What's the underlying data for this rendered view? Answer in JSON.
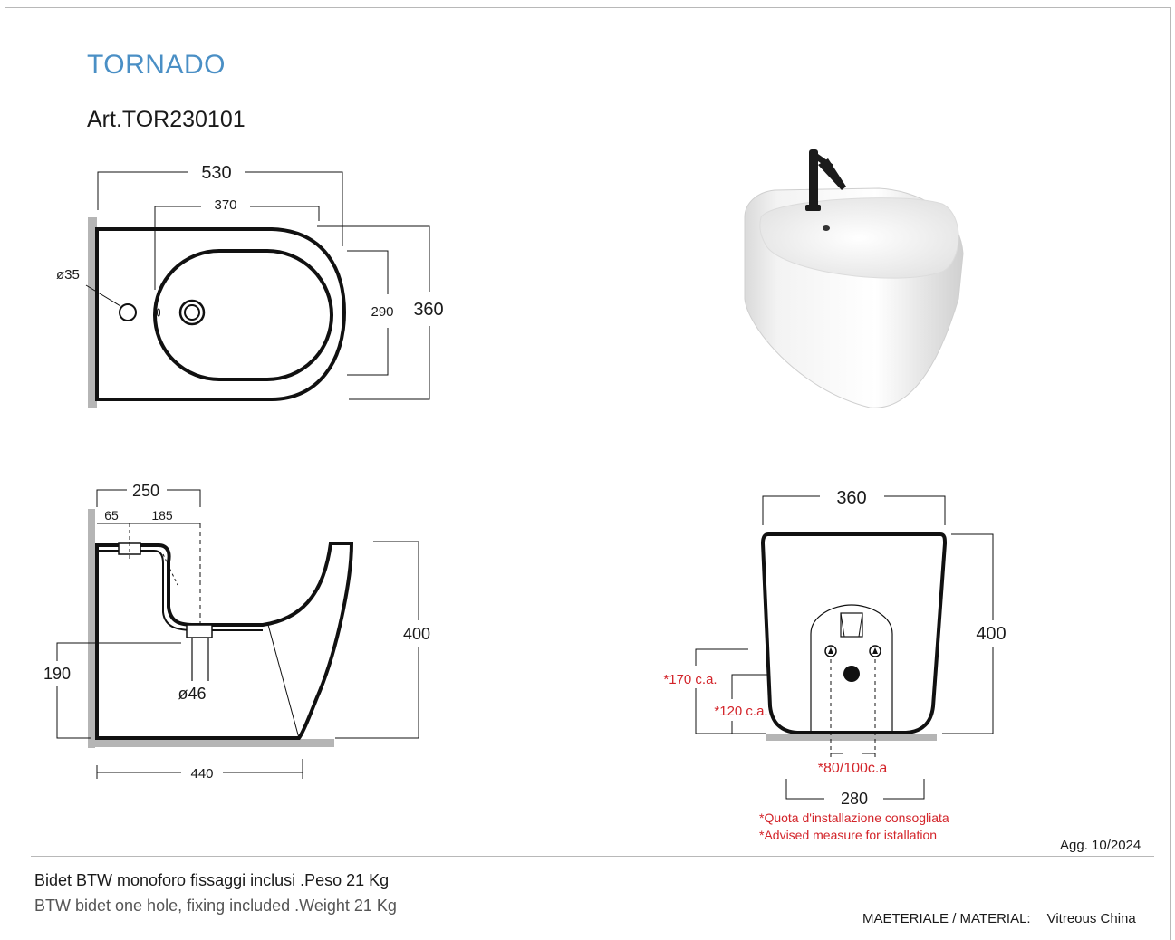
{
  "header": {
    "title": "TORNADO",
    "article": "Art.TOR230101"
  },
  "top_view": {
    "overall_length": "530",
    "bowl_length": "370",
    "bowl_width": "290",
    "overall_width": "360",
    "tap_hole": "ø35"
  },
  "side_view": {
    "overall_depth": "250",
    "inlet_offset": "65",
    "drain_offset": "185",
    "height": "400",
    "drain_height": "190",
    "drain_diameter": "ø46",
    "base_length": "440"
  },
  "rear_view": {
    "width": "360",
    "height": "400",
    "supply_height": "*170 c.a.",
    "drain_height": "*120 c.a.",
    "fixing_spacing": "*80/100c.a",
    "base_width": "280",
    "note_it": "*Quota d'installazione consogliata",
    "note_en": "*Advised measure for istallation"
  },
  "footer": {
    "update": "Agg. 10/2024",
    "description_it": "Bidet BTW monoforo fissaggi inclusi .Peso 21 Kg",
    "description_en": "BTW bidet one hole, fixing included .Weight 21 Kg",
    "material_label": "MAETERIALE / MATERIAL:",
    "material_value": "Vitreous China"
  },
  "colors": {
    "title": "#4a8fc5",
    "annotation": "#d3242a",
    "outline": "#111111",
    "wall": "#b5b5b5"
  }
}
